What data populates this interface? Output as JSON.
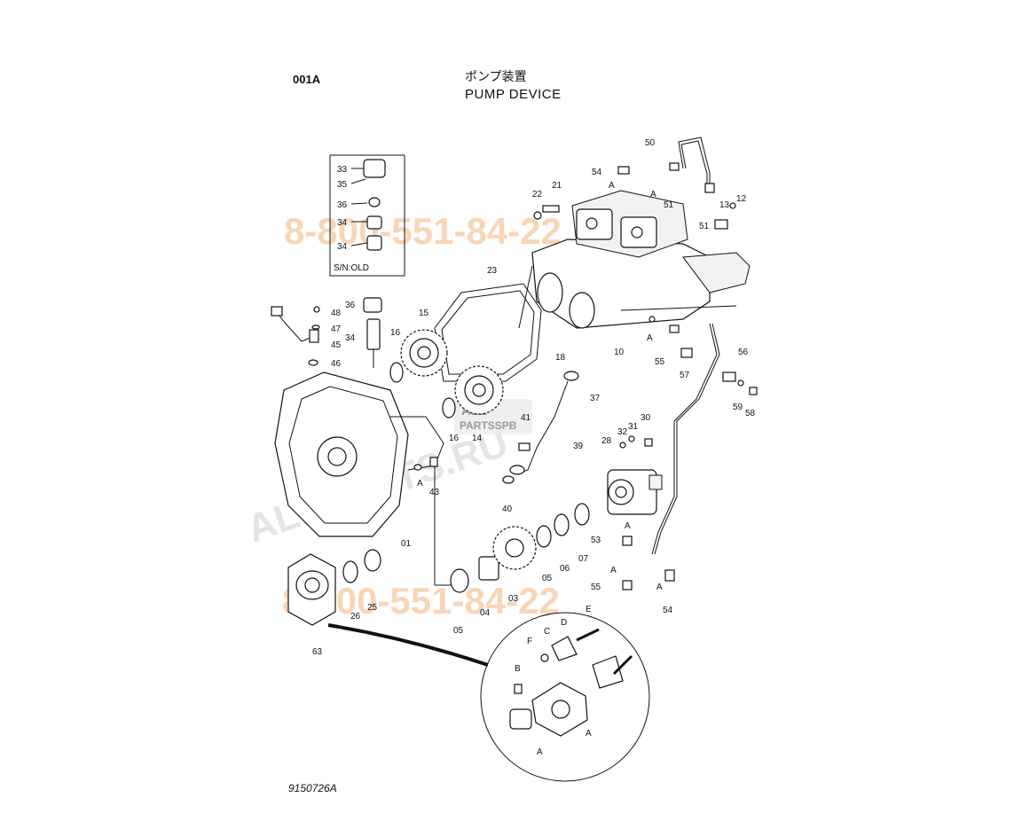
{
  "header": {
    "page_code": "001A",
    "title_jp": "ポンプ装置",
    "title_en": "PUMP DEVICE"
  },
  "footer": {
    "drawing_number": "9150726A"
  },
  "inset": {
    "label": "S/N:OLD",
    "parts": [
      "33",
      "35",
      "36",
      "34",
      "34"
    ]
  },
  "watermarks": {
    "phone_top": "8-800-551-84-22",
    "phone_bottom": "8-800-551-84-22",
    "site": "ALLPARTS.RU",
    "badge_top": "ALL",
    "badge_bottom": "PARTSSPB"
  },
  "callouts": {
    "c50": "50",
    "c54a": "54",
    "c54b": "54",
    "c22": "22",
    "c21": "21",
    "c51a": "51",
    "c51b": "51",
    "c13": "13",
    "c12": "12",
    "c23": "23",
    "c15": "15",
    "c16a": "16",
    "c16b": "16",
    "c14": "14",
    "c18": "18",
    "c10": "10",
    "c55a": "55",
    "c55b": "55",
    "c56": "56",
    "c57": "57",
    "c59": "59",
    "c58": "58",
    "c37": "37",
    "c41": "41",
    "c39": "39",
    "c40": "40",
    "c28": "28",
    "c32": "32",
    "c31": "31",
    "c30": "30",
    "c53": "53",
    "c36": "36",
    "c34": "34",
    "c48": "48",
    "c47": "47",
    "c45": "45",
    "c46": "46",
    "c43": "43",
    "c01": "01",
    "c26": "26",
    "c25": "25",
    "c63": "63",
    "c05a": "05",
    "c05b": "05",
    "c04": "04",
    "c03": "03",
    "c06": "06",
    "c07": "07"
  },
  "letters": {
    "a1": "A",
    "a2": "A",
    "a3": "A",
    "a4": "A",
    "a5": "A",
    "a6": "A",
    "a7": "A",
    "a8": "A",
    "a9": "A",
    "B": "B",
    "C": "C",
    "D": "D",
    "E": "E",
    "F": "F"
  }
}
